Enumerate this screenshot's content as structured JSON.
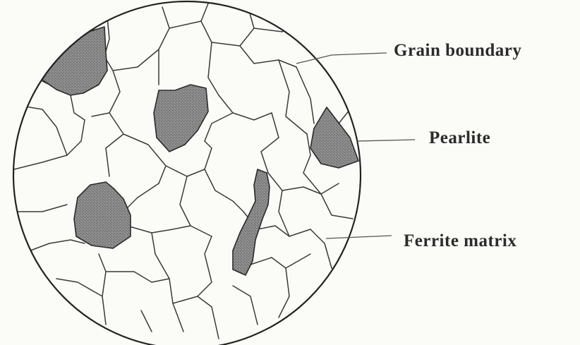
{
  "labels": {
    "grain_boundary": "Grain boundary",
    "pearlite": "Pearlite",
    "ferrite_matrix": "Ferrite matrix"
  },
  "colors": {
    "background": "#fbfbf7",
    "pearlite": "#7a7a7a",
    "lines": "#3a3a3a"
  }
}
